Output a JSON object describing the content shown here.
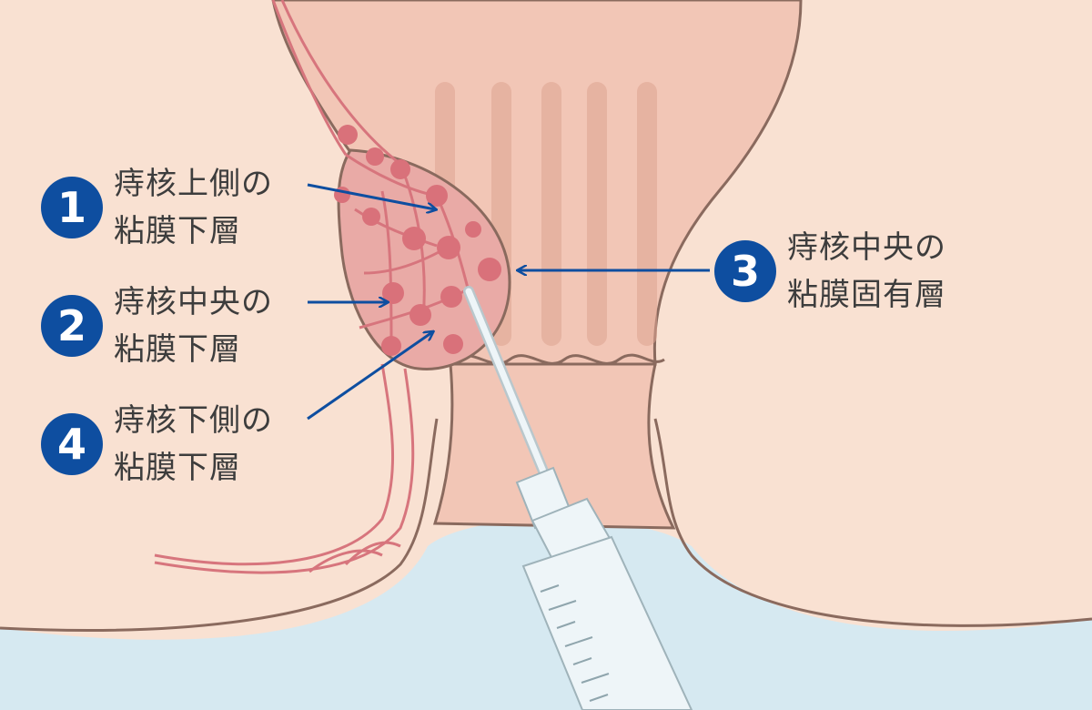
{
  "labels": [
    {
      "number": "1",
      "line1": "痔核上側の",
      "line2": "粘膜下層"
    },
    {
      "number": "2",
      "line1": "痔核中央の",
      "line2": "粘膜下層"
    },
    {
      "number": "4",
      "line1": "痔核下側の",
      "line2": "粘膜下層"
    },
    {
      "number": "3",
      "line1": "痔核中央の",
      "line2": "粘膜固有層"
    }
  ],
  "colors": {
    "skin": "#f9e1d2",
    "canal": "#f2c6b6",
    "outline": "#8a6a5e",
    "vessel": "#d7757d",
    "hemorrhoid": "#e9aaa6",
    "node": "#d9717a",
    "lumen": "#d6e9f1",
    "arrow": "#0e4ea0",
    "badge": "#0e4ea0",
    "syringe": "#eef5f8"
  }
}
